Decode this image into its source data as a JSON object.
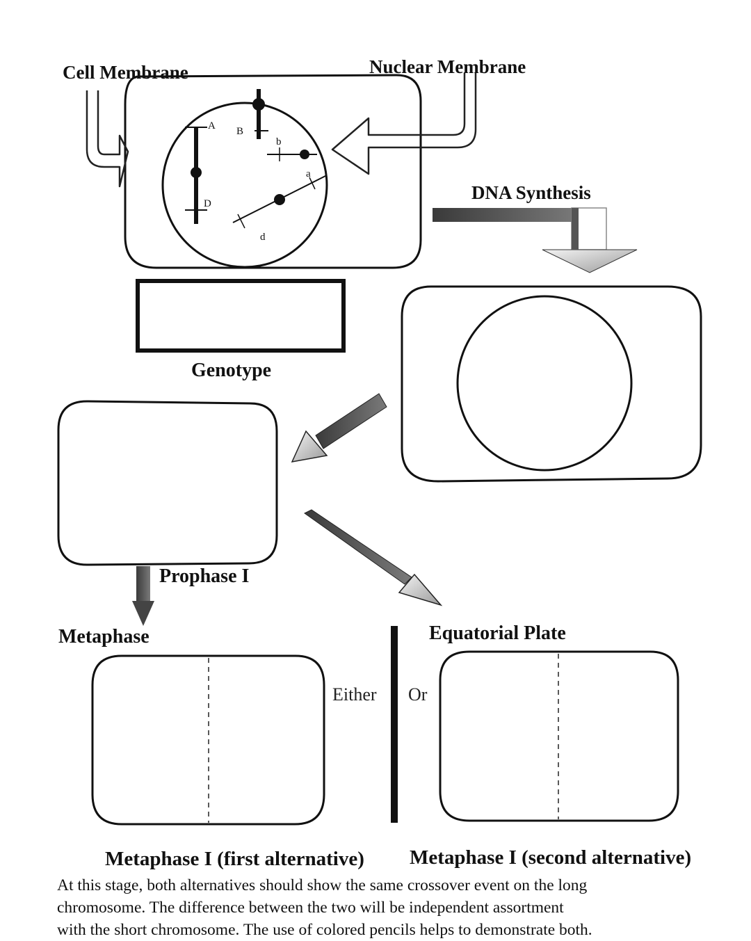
{
  "labels": {
    "cell_membrane": "Cell Membrane",
    "nuclear_membrane": "Nuclear Membrane",
    "dna_synthesis": "DNA Synthesis",
    "genotype": "Genotype",
    "prophase": "Prophase I",
    "metaphase": "Metaphase",
    "equatorial_plate": "Equatorial Plate",
    "either": "Either",
    "or": "Or"
  },
  "alleles": {
    "A": "A",
    "B": "B",
    "b": "b",
    "a": "a",
    "D": "D",
    "d": "d"
  },
  "subtitles": {
    "first": "Metaphase I (first alternative)",
    "second": "Metaphase I (second alternative)"
  },
  "caption": [
    "At this stage, both alternatives should show the same crossover event on the long",
    "chromosome. The difference between the two will be independent assortment",
    "with the short chromosome. The use of colored pencils helps to demonstrate both."
  ]
}
